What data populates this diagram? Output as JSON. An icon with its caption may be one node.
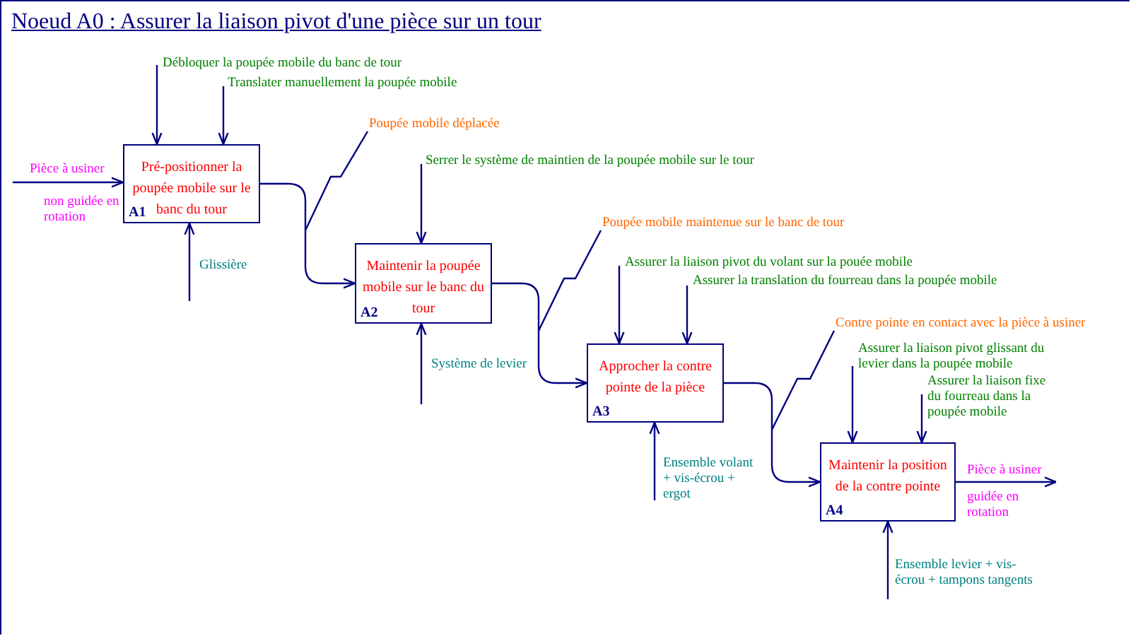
{
  "diagram": {
    "title": "Noeud A0 : Assurer la liaison pivot d'une pièce sur un tour",
    "nodes": [
      {
        "text": [
          "Pré-positionner la poupée mobile sur le banc du tour",
          "A1"
        ]
      },
      {
        "text": [
          "Maintenir la poupée mobile sur le banc du tour",
          "A2"
        ]
      },
      {
        "text": [
          "Approcher la contre pointe de la pièce",
          "A3"
        ]
      },
      {
        "text": [
          "Maintenir la position de la contre pointe",
          "A4"
        ]
      },
      {
        "text": [
          "Poupée mobile déplacée"
        ]
      },
      {
        "text": [
          "Poupée mobile maintenue sur le banc de tour"
        ]
      },
      {
        "text": [
          "Contre pointe en contact avec la pièce à usiner"
        ]
      }
    ],
    "edges": [
      {
        "from": null,
        "to": 0,
        "arrow": "to",
        "label": "Pièce à usiner"
      },
      {
        "from": null,
        "to": 0,
        "arrow": "to",
        "label": "Débloquer la poupée mobile du banc de tour"
      },
      {
        "from": null,
        "to": 0,
        "arrow": "to",
        "label": "Translater manuellement la poupée mobile"
      },
      {
        "from": null,
        "to": 0,
        "arrow": "to",
        "label": "Glissière"
      },
      {
        "from": 0,
        "to": 1,
        "arrow": "to"
      },
      {
        "from": null,
        "to": 1,
        "arrow": "to",
        "label": "Serrer le système de maintien de la poupée mobile sur le tour"
      },
      {
        "from": null,
        "to": 1,
        "arrow": "to",
        "label": "Système de levier"
      },
      {
        "from": 1,
        "to": 2,
        "arrow": "to"
      },
      {
        "from": null,
        "to": 2,
        "arrow": "to",
        "label": "Assurer la liaison pivot du volant sur la pouée mobile"
      },
      {
        "from": null,
        "to": 2,
        "arrow": "to",
        "label": "Assurer la translation du fourreau dans la poupée mobile"
      },
      {
        "from": null,
        "to": 2,
        "arrow": "to",
        "label": "Ensemble volant + vis-écrou + ergot"
      },
      {
        "from": 2,
        "to": 3,
        "arrow": "to"
      },
      {
        "from": null,
        "to": 3,
        "arrow": "to",
        "label": "Assurer la liaison pivot glissant du levier dans la poupée mobile"
      },
      {
        "from": null,
        "to": 3,
        "arrow": "to",
        "label": "Assurer la liaison fixe du fourreau dans la poupée mobile"
      },
      {
        "from": null,
        "to": 3,
        "arrow": "to",
        "label": "Ensemble levier + vis-écrou + tampons tangents"
      },
      {
        "from": 3,
        "to": null,
        "arrow": "to",
        "label": "Pièce à usiner"
      },
      {
        "from": 4,
        "to": null,
        "arrow": "none"
      },
      {
        "from": 5,
        "to": null,
        "arrow": "none"
      },
      {
        "from": 6,
        "to": null,
        "arrow": "none"
      }
    ],
    "labels": [
      "non guidée en rotation",
      "guidée en rotation"
    ]
  }
}
